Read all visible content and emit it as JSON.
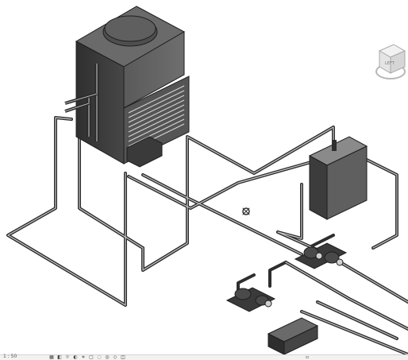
{
  "view": {
    "title": "",
    "background": "#ffffff",
    "equipment_fill_dark": "#3a3a3a",
    "equipment_fill_mid": "#5c5c5c",
    "equipment_fill_light": "#8a8a8a",
    "pipe_color": "#2e2e2e",
    "pipe_highlight": "#bdbdbd"
  },
  "viewcube": {
    "face_label": "LEFT",
    "icon": "view-cube-icon",
    "compass_icon": "compass-ring-icon"
  },
  "statusbar": {
    "scale_text": "1 : 50",
    "icons": [
      "detail-level-icon",
      "visual-style-icon",
      "sun-path-icon",
      "shadows-icon",
      "crop-view-icon",
      "show-crop-region-icon",
      "temporary-hide-icon",
      "reveal-hidden-icon",
      "worksharing-icon",
      "analytical-model-icon"
    ]
  },
  "equipment": [
    {
      "name": "cooling-tower",
      "label": ""
    },
    {
      "name": "water-cooled-chiller",
      "label": ""
    },
    {
      "name": "pump-assembly-upper",
      "label": ""
    },
    {
      "name": "pump-assembly-lower",
      "label": ""
    },
    {
      "name": "control-panel",
      "label": ""
    }
  ]
}
